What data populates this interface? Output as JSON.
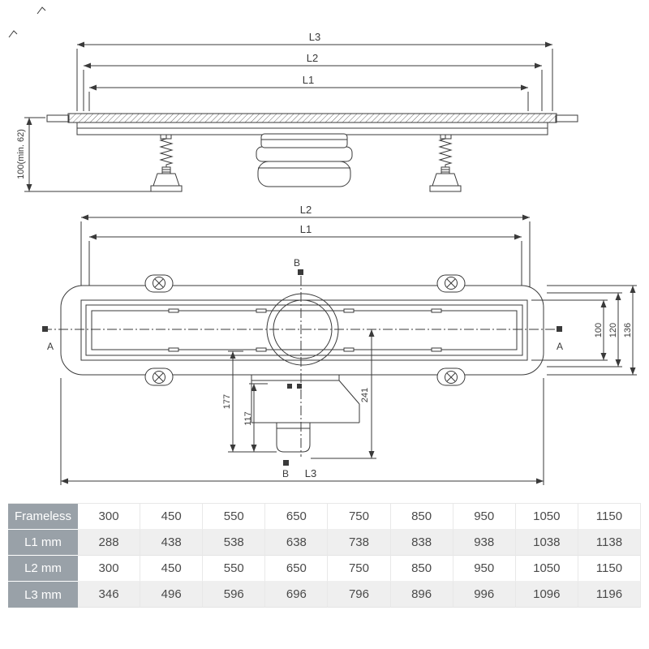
{
  "side": {
    "l1": "L1",
    "l2": "L2",
    "l3": "L3",
    "height": "100(min. 62)"
  },
  "plan": {
    "l1": "L1",
    "l2": "L2",
    "l3": "L3",
    "b_top": "B",
    "b_bottom": "B",
    "a_left": "A",
    "a_right": "A",
    "w100": "100",
    "w120": "120",
    "w136": "136",
    "d177": "177",
    "d117": "117",
    "d241": "241"
  },
  "table": {
    "rows": [
      {
        "label": "Frameless",
        "values": [
          "300",
          "450",
          "550",
          "650",
          "750",
          "850",
          "950",
          "1050",
          "1150"
        ]
      },
      {
        "label": "L1 mm",
        "values": [
          "288",
          "438",
          "538",
          "638",
          "738",
          "838",
          "938",
          "1038",
          "1138"
        ]
      },
      {
        "label": "L2 mm",
        "values": [
          "300",
          "450",
          "550",
          "650",
          "750",
          "850",
          "950",
          "1050",
          "1150"
        ]
      },
      {
        "label": "L3 mm",
        "values": [
          "346",
          "496",
          "596",
          "696",
          "796",
          "896",
          "996",
          "1096",
          "1196"
        ]
      }
    ]
  },
  "colors": {
    "line": "#3a3a3a",
    "table_header_bg": "#99a1a8",
    "table_alt_row_bg": "#efefef"
  }
}
